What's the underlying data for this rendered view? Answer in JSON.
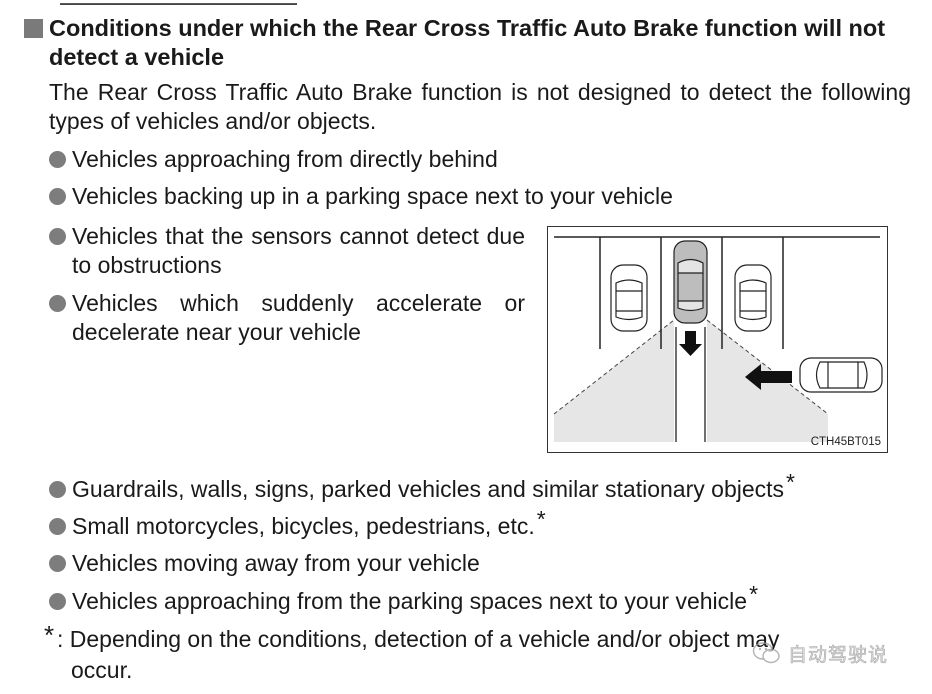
{
  "heading": "Conditions under which the Rear Cross Traffic Auto Brake function will not detect a vehicle",
  "intro": "The Rear Cross Traffic Auto Brake function is not designed to detect the following types of vehicles and/or objects.",
  "bullets_top": [
    "Vehicles approaching from directly behind",
    "Vehicles backing up in a parking space next to your vehicle"
  ],
  "bullets_side": [
    "Vehicles that the sensors cannot detect due to obstructions",
    "Vehicles which suddenly accelerate or decelerate near your vehicle"
  ],
  "bullets_bottom": [
    {
      "text": "Guardrails, walls, signs, parked vehicles and similar stationary objects",
      "star": "*"
    },
    {
      "text": "Small motorcycles, bicycles, pedestrians, etc.",
      "star": "*"
    },
    {
      "text": "Vehicles moving away from your vehicle",
      "star": ""
    },
    {
      "text": "Vehicles approaching from the parking spaces next to your vehicle",
      "star": "*"
    }
  ],
  "figure_code": "CTH45BT015",
  "footnote": {
    "marker": "*",
    "line1": ": Depending on the conditions, detection of a vehicle and/or object may",
    "line2": "occur."
  },
  "watermark": "自动驾驶说",
  "colors": {
    "marker_gray": "#7a7a7a",
    "bullet_gray": "#7d7d7d",
    "detection_zone": "#e6e6e6"
  }
}
